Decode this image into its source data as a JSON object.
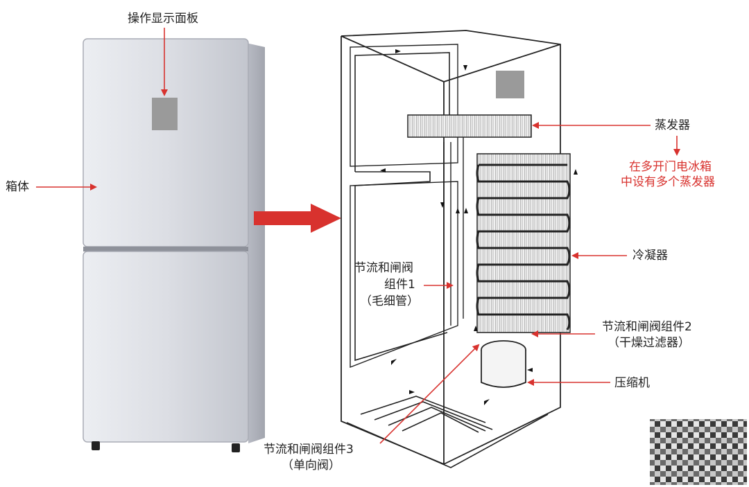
{
  "labels": {
    "panel": "操作显示面板",
    "cabinet": "箱体",
    "evaporator": "蒸发器",
    "evaporator_note_line1": "在多开门电冰箱",
    "evaporator_note_line2": "中设有多个蒸发器",
    "condenser": "冷凝器",
    "throttle1_line1": "节流和闸阀",
    "throttle1_line2": "组件1",
    "throttle1_line3": "（毛细管）",
    "throttle2_line1": "节流和闸阀组件2",
    "throttle2_line2": "（干燥过滤器）",
    "compressor": "压缩机",
    "throttle3_line1": "节流和闸阀组件3",
    "throttle3_line2": "（单向阀）"
  },
  "colors": {
    "accent_red": "#d8322e",
    "fridge_body": "#d9dbe2",
    "fridge_shadow": "#b7bac4",
    "panel_gray": "#9a9a9a",
    "line_art": "#222222"
  }
}
